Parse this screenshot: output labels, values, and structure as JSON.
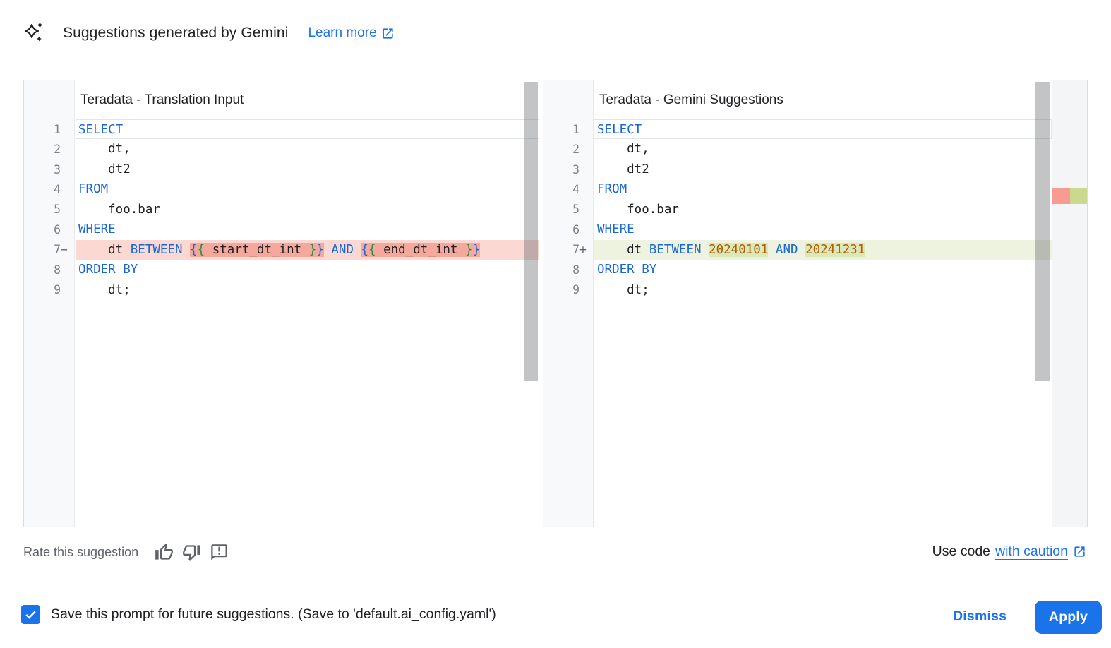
{
  "colors": {
    "accent_blue": "#1a73e8",
    "keyword_blue": "#1967d2",
    "number_brown": "#b06000",
    "brace_green": "#2e8b3d",
    "deleted_line_bg": "#fbd8d2",
    "deleted_token_bg": "#f5a89c",
    "inserted_line_bg": "#eef3e0",
    "inserted_token_bg": "#dce8ba",
    "ruler_del": "#f89b90",
    "ruler_ins": "#c9da8f"
  },
  "header": {
    "sparkle_icon": "gemini-sparkle-icon",
    "title": "Suggestions generated by Gemini",
    "learn_more_label": "Learn more",
    "learn_more_icon": "open-in-new-icon"
  },
  "editors": {
    "left": {
      "title": "Teradata - Translation Input",
      "lines": [
        {
          "num": "1",
          "marker": "",
          "type": "active",
          "tokens": [
            {
              "text": "SELECT",
              "cls": "kw"
            }
          ]
        },
        {
          "num": "2",
          "marker": "",
          "type": "",
          "tokens": [
            {
              "text": "    dt,",
              "cls": "tx"
            }
          ]
        },
        {
          "num": "3",
          "marker": "",
          "type": "",
          "tokens": [
            {
              "text": "    dt2",
              "cls": "tx"
            }
          ]
        },
        {
          "num": "4",
          "marker": "",
          "type": "",
          "tokens": [
            {
              "text": "FROM",
              "cls": "kw"
            }
          ]
        },
        {
          "num": "5",
          "marker": "",
          "type": "",
          "tokens": [
            {
              "text": "    foo.bar",
              "cls": "tx"
            }
          ]
        },
        {
          "num": "6",
          "marker": "",
          "type": "",
          "tokens": [
            {
              "text": "WHERE",
              "cls": "kw"
            }
          ]
        },
        {
          "num": "7",
          "marker": "−",
          "type": "del",
          "tokens": [
            {
              "text": "    dt ",
              "cls": "tx"
            },
            {
              "text": "BETWEEN",
              "cls": "kw"
            },
            {
              "text": " ",
              "cls": "tx"
            },
            {
              "text": "{",
              "cls": "brb",
              "mark": true
            },
            {
              "text": "{",
              "cls": "brg",
              "mark": true
            },
            {
              "text": " start_dt_int ",
              "cls": "tx",
              "mark": true
            },
            {
              "text": "}",
              "cls": "brg",
              "mark": true
            },
            {
              "text": "}",
              "cls": "brb",
              "mark": true
            },
            {
              "text": " ",
              "cls": "tx"
            },
            {
              "text": "AND",
              "cls": "kw"
            },
            {
              "text": " ",
              "cls": "tx"
            },
            {
              "text": "{",
              "cls": "brb",
              "mark": true
            },
            {
              "text": "{",
              "cls": "brg",
              "mark": true
            },
            {
              "text": " end_dt_int ",
              "cls": "tx",
              "mark": true
            },
            {
              "text": "}",
              "cls": "brg",
              "mark": true
            },
            {
              "text": "}",
              "cls": "brb",
              "mark": true
            }
          ]
        },
        {
          "num": "8",
          "marker": "",
          "type": "",
          "tokens": [
            {
              "text": "ORDER BY",
              "cls": "kw"
            }
          ]
        },
        {
          "num": "9",
          "marker": "",
          "type": "",
          "tokens": [
            {
              "text": "    dt;",
              "cls": "tx"
            }
          ]
        }
      ]
    },
    "right": {
      "title": "Teradata - Gemini Suggestions",
      "lines": [
        {
          "num": "1",
          "marker": "",
          "type": "active",
          "tokens": [
            {
              "text": "SELECT",
              "cls": "kw"
            }
          ]
        },
        {
          "num": "2",
          "marker": "",
          "type": "",
          "tokens": [
            {
              "text": "    dt,",
              "cls": "tx"
            }
          ]
        },
        {
          "num": "3",
          "marker": "",
          "type": "",
          "tokens": [
            {
              "text": "    dt2",
              "cls": "tx"
            }
          ]
        },
        {
          "num": "4",
          "marker": "",
          "type": "",
          "tokens": [
            {
              "text": "FROM",
              "cls": "kw"
            }
          ]
        },
        {
          "num": "5",
          "marker": "",
          "type": "",
          "tokens": [
            {
              "text": "    foo.bar",
              "cls": "tx"
            }
          ]
        },
        {
          "num": "6",
          "marker": "",
          "type": "",
          "tokens": [
            {
              "text": "WHERE",
              "cls": "kw"
            }
          ]
        },
        {
          "num": "7",
          "marker": "+",
          "type": "ins",
          "tokens": [
            {
              "text": "    dt ",
              "cls": "tx"
            },
            {
              "text": "BETWEEN",
              "cls": "kw"
            },
            {
              "text": " ",
              "cls": "tx"
            },
            {
              "text": "20240101",
              "cls": "num",
              "mark": true
            },
            {
              "text": " ",
              "cls": "tx"
            },
            {
              "text": "AND",
              "cls": "kw"
            },
            {
              "text": " ",
              "cls": "tx"
            },
            {
              "text": "20241231",
              "cls": "num",
              "mark": true
            }
          ]
        },
        {
          "num": "8",
          "marker": "",
          "type": "",
          "tokens": [
            {
              "text": "ORDER BY",
              "cls": "kw"
            }
          ]
        },
        {
          "num": "9",
          "marker": "",
          "type": "",
          "tokens": [
            {
              "text": "    dt;",
              "cls": "tx"
            }
          ]
        }
      ]
    }
  },
  "footer": {
    "rate_label": "Rate this suggestion",
    "thumb_up_icon": "thumb-up-icon",
    "thumb_down_icon": "thumb-down-icon",
    "feedback_icon": "feedback-icon",
    "use_code_prefix": "Use code",
    "use_code_link": "with caution",
    "use_code_icon": "open-in-new-icon"
  },
  "bottom_bar": {
    "checkbox_checked": true,
    "save_label": "Save this prompt for future suggestions. (Save to 'default.ai_config.yaml')",
    "dismiss_label": "Dismiss",
    "apply_label": "Apply"
  }
}
